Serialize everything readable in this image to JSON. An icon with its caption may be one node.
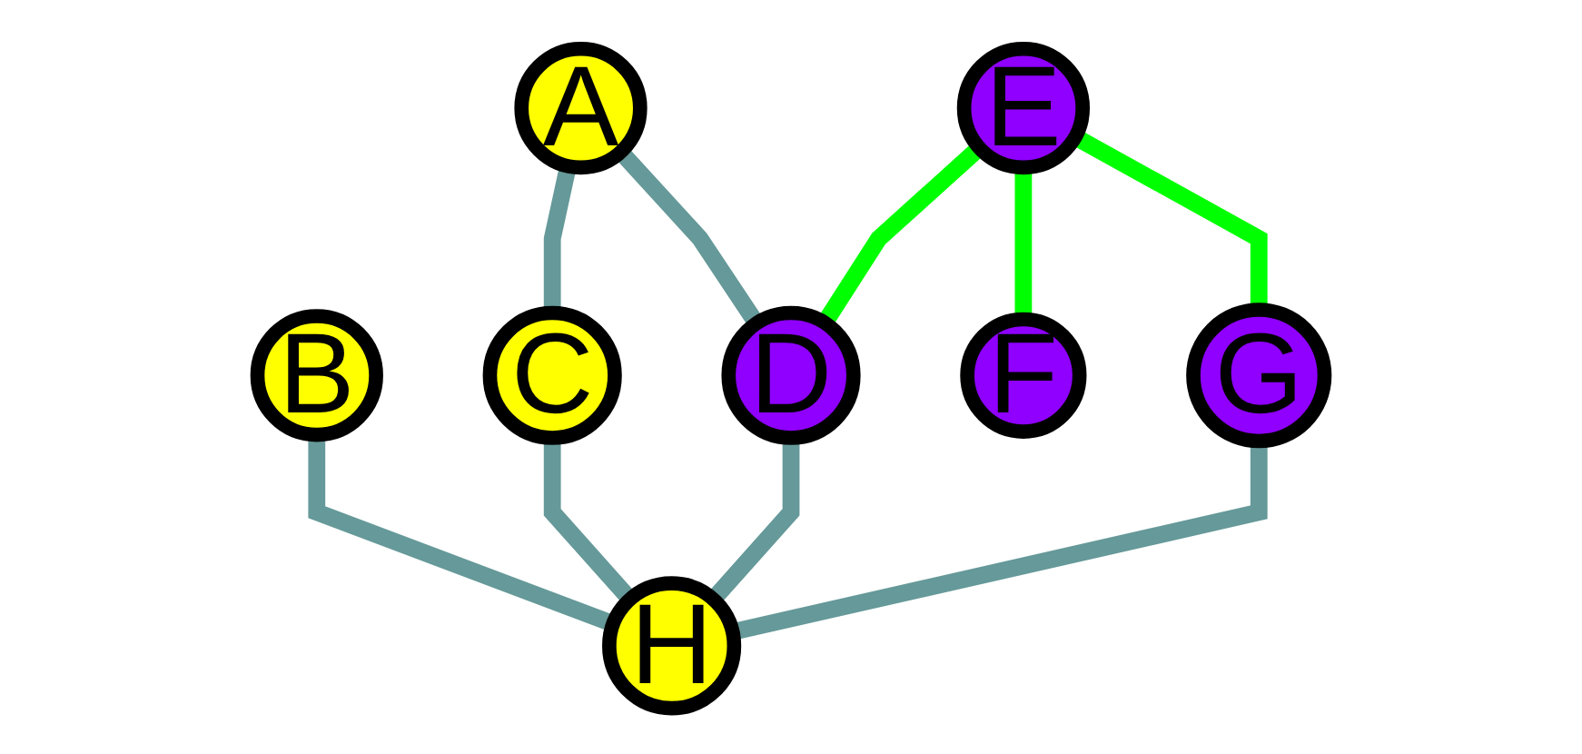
{
  "diagram": {
    "nodes": [
      {
        "text": [
          "A"
        ]
      },
      {
        "text": [
          "E"
        ]
      },
      {
        "text": [
          "B"
        ]
      },
      {
        "text": [
          "C"
        ]
      },
      {
        "text": [
          "D"
        ]
      },
      {
        "text": [
          "F"
        ]
      },
      {
        "text": [
          "G"
        ]
      },
      {
        "text": [
          "H"
        ]
      }
    ],
    "edges": [
      {
        "from": 0,
        "to": 3,
        "arrow": "none"
      },
      {
        "from": 0,
        "to": 4,
        "arrow": "none"
      },
      {
        "from": 1,
        "to": 4,
        "arrow": "none",
        "color": "#00ff00"
      },
      {
        "from": 1,
        "to": 5,
        "arrow": "none",
        "color": "#00ff00"
      },
      {
        "from": 1,
        "to": 6,
        "arrow": "none",
        "color": "#00ff00"
      },
      {
        "from": 2,
        "to": 7,
        "arrow": "none"
      },
      {
        "from": 3,
        "to": 7,
        "arrow": "none"
      },
      {
        "from": 4,
        "to": 7,
        "arrow": "none"
      },
      {
        "from": 6,
        "to": 7,
        "arrow": "none"
      }
    ]
  }
}
